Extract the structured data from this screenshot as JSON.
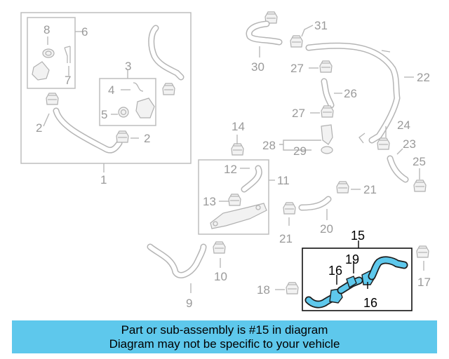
{
  "diagram": {
    "callouts": [
      "1",
      "2",
      "2",
      "3",
      "4",
      "5",
      "6",
      "7",
      "8",
      "9",
      "10",
      "11",
      "12",
      "13",
      "14",
      "15",
      "16",
      "16",
      "17",
      "18",
      "19",
      "20",
      "21",
      "21",
      "22",
      "23",
      "24",
      "25",
      "26",
      "27",
      "27",
      "28",
      "29",
      "30",
      "31"
    ],
    "highlighted_callout": "15",
    "highlight_color": "#5ec8ec"
  },
  "banner": {
    "line1": "Part or sub-assembly is #15 in diagram",
    "line2": "Diagram may not be specific to your vehicle",
    "background_color": "#5ec8ec"
  }
}
